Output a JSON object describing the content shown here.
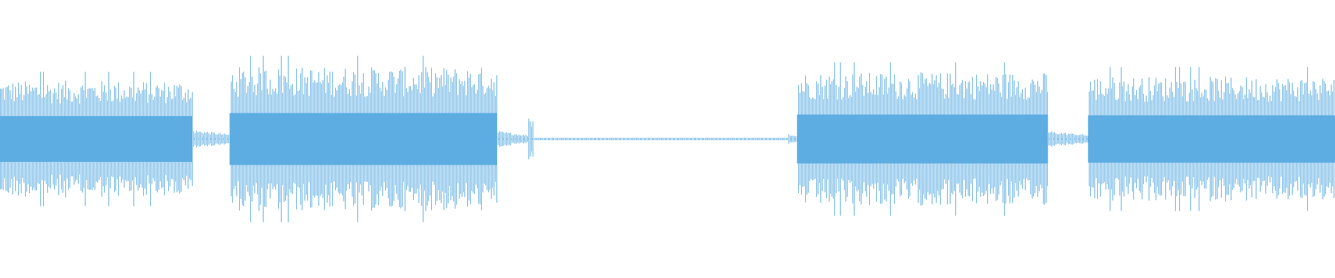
{
  "waveform": {
    "color": "#5dade2",
    "background": "#ffffff",
    "samples_per_segment_note": "",
    "segments": [
      {
        "start": 0.0,
        "end": 0.144,
        "kind": "dense",
        "amp": 0.42,
        "inner": 0.3
      },
      {
        "start": 0.144,
        "end": 0.172,
        "kind": "fade",
        "amp": 0.06,
        "inner": 0.04
      },
      {
        "start": 0.172,
        "end": 0.372,
        "kind": "dense",
        "amp": 0.52,
        "inner": 0.34
      },
      {
        "start": 0.372,
        "end": 0.395,
        "kind": "fade",
        "amp": 0.05,
        "inner": 0.03
      },
      {
        "start": 0.395,
        "end": 0.4,
        "kind": "blip",
        "amp": 0.22,
        "inner": 0.1
      },
      {
        "start": 0.4,
        "end": 0.59,
        "kind": "flat",
        "amp": 0.008,
        "inner": 0.006
      },
      {
        "start": 0.59,
        "end": 0.597,
        "kind": "fade",
        "amp": 0.03,
        "inner": 0.02
      },
      {
        "start": 0.597,
        "end": 0.785,
        "kind": "dense",
        "amp": 0.48,
        "inner": 0.32
      },
      {
        "start": 0.785,
        "end": 0.815,
        "kind": "fade",
        "amp": 0.05,
        "inner": 0.03
      },
      {
        "start": 0.815,
        "end": 1.0,
        "kind": "dense",
        "amp": 0.45,
        "inner": 0.31
      }
    ]
  }
}
